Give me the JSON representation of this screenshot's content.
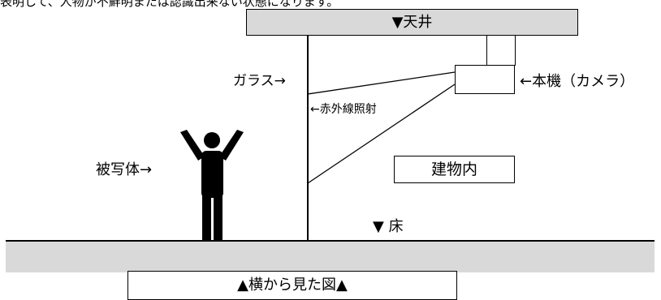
{
  "top_text": "表明して、人物が不鮮明または認識出来ない状態になります。",
  "ceiling_label": "▼天井",
  "floor_label": "▼ 床",
  "glass_label": "ガラス→",
  "camera_label": "←本機（カメラ）",
  "ir_label": "←赤外線照射",
  "subject_label": "被写体→",
  "building_label": "建物内",
  "caption": "▲横から見た図▲"
}
